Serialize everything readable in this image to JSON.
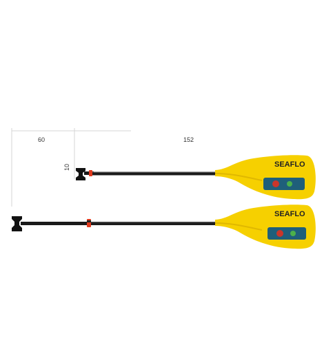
{
  "product": {
    "brand_label": "SEAFLO"
  },
  "dimensions": {
    "handle_length": "60",
    "shaft_length": "152",
    "height": "10"
  },
  "colors": {
    "blade": "#f6d000",
    "blade_shadow": "#e0b800",
    "shaft": "#1b1b1b",
    "handle": "#111111",
    "accent": "#e03a1e",
    "dimension_line": "#cfcfcf"
  }
}
